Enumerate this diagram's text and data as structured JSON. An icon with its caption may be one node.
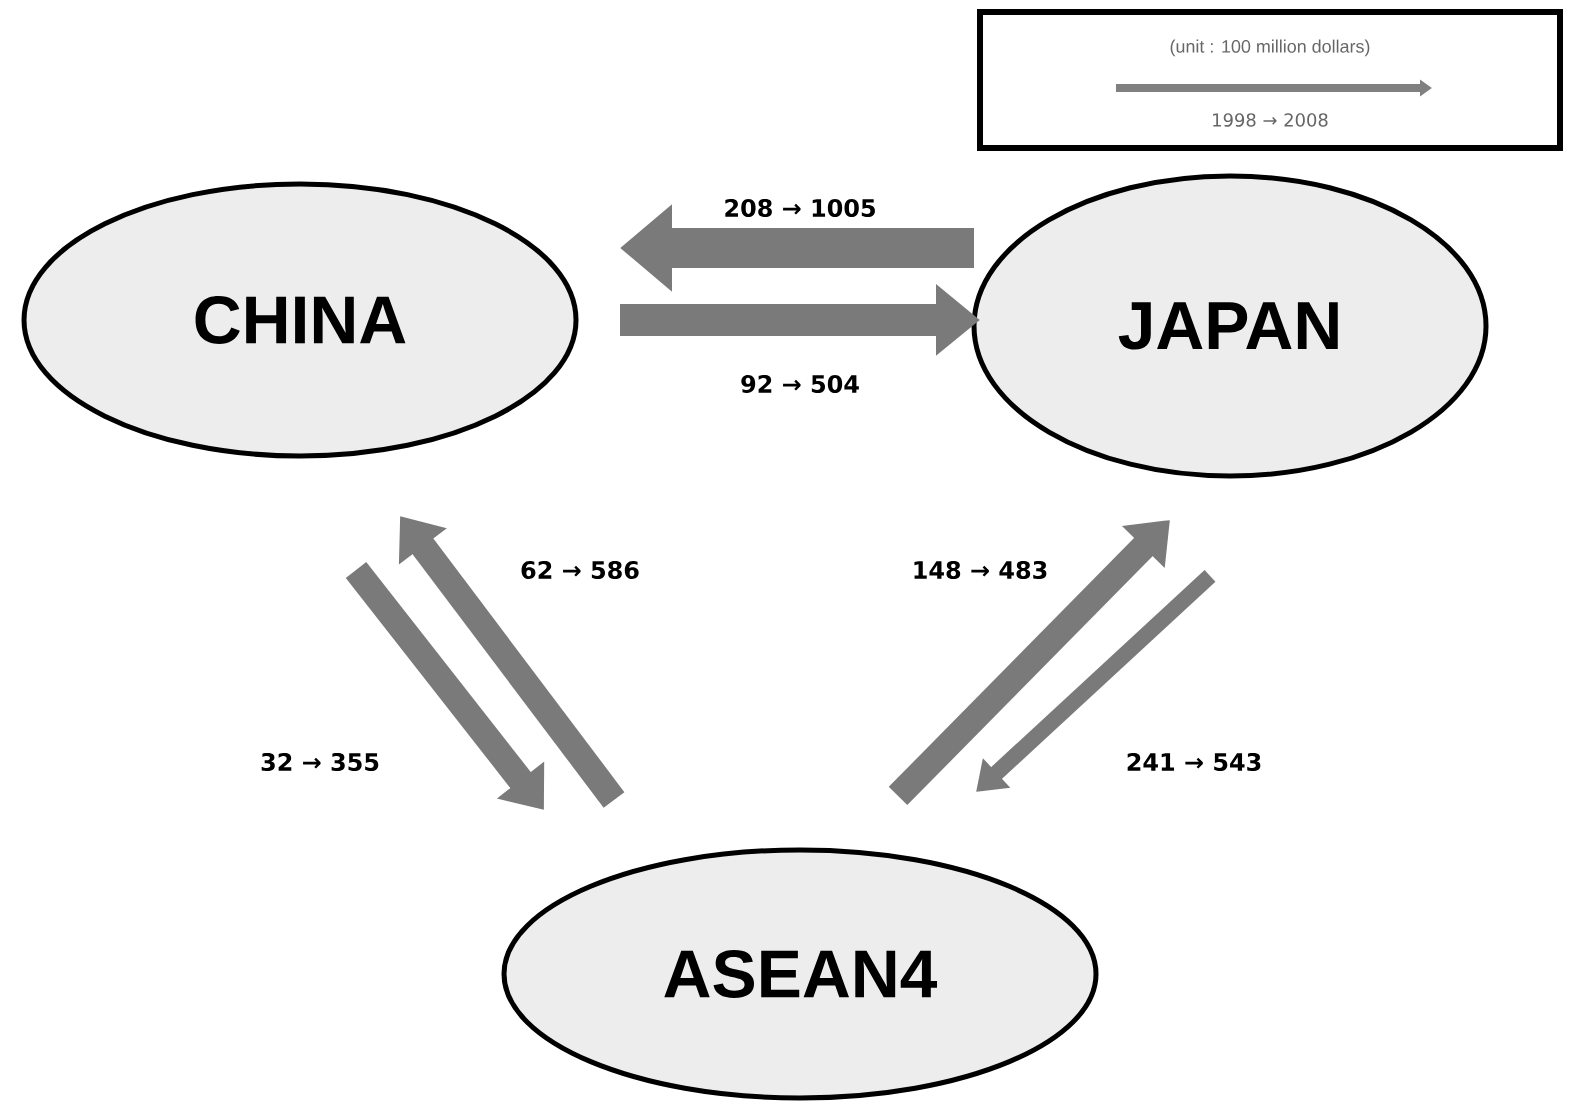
{
  "diagram": {
    "nodes": [
      {
        "text": [
          "CHINA"
        ]
      },
      {
        "text": [
          "JAPAN"
        ]
      },
      {
        "text": [
          "ASEAN4"
        ]
      }
    ],
    "edges": [
      {
        "from": 1,
        "to": 0,
        "arrow": "to",
        "label": "208 → 1005"
      },
      {
        "from": 0,
        "to": 1,
        "arrow": "to",
        "label": "92 → 504"
      },
      {
        "from": 2,
        "to": 0,
        "arrow": "to",
        "label": "62 → 586"
      },
      {
        "from": 0,
        "to": 2,
        "arrow": "to",
        "label": "32 → 355"
      },
      {
        "from": 2,
        "to": 1,
        "arrow": "to",
        "label": "148 → 483"
      },
      {
        "from": 1,
        "to": 2,
        "arrow": "to",
        "label": "241 → 543"
      }
    ],
    "labels": [
      "(unit : 100 million dollars)"
    ],
    "legend": [
      {
        "text": "1998 → 2008"
      }
    ]
  }
}
